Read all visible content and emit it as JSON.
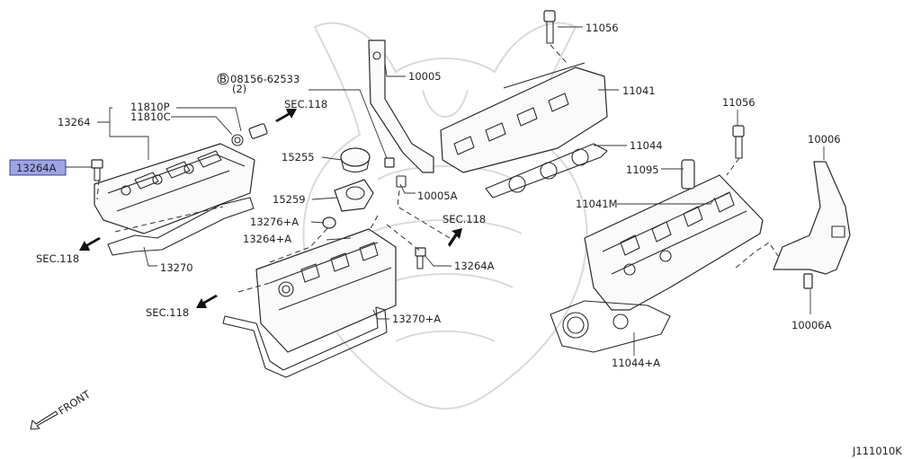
{
  "diagram_code": "J111010K",
  "front_label": "FRONT",
  "highlight_part": "13264A",
  "highlight_color": "#9ea4e6",
  "labels": {
    "p13264": "13264",
    "p13264A_highlight": "13264A",
    "p11810P": "11810P",
    "p11810C": "11810C",
    "bolt_code": "08156-62533",
    "bolt_qty": "(2)",
    "bolt_symbol": "B",
    "sec118_top": "SEC.118",
    "sec118_left": "SEC.118",
    "sec118_mid": "SEC.118",
    "sec118_center": "SEC.118",
    "p13270": "13270",
    "p15255": "15255",
    "p15259": "15259",
    "p13276A": "13276+A",
    "p13264pA": "13264+A",
    "p13264A_right": "13264A",
    "p13270A": "13270+A",
    "p10005": "10005",
    "p10005A": "10005A",
    "p11056_top": "11056",
    "p11041": "11041",
    "p11044": "11044",
    "p11095": "11095",
    "p11041M": "11041M",
    "p11056_right": "11056",
    "p10006": "10006",
    "p10006A": "10006A",
    "p11044A": "11044+A"
  }
}
